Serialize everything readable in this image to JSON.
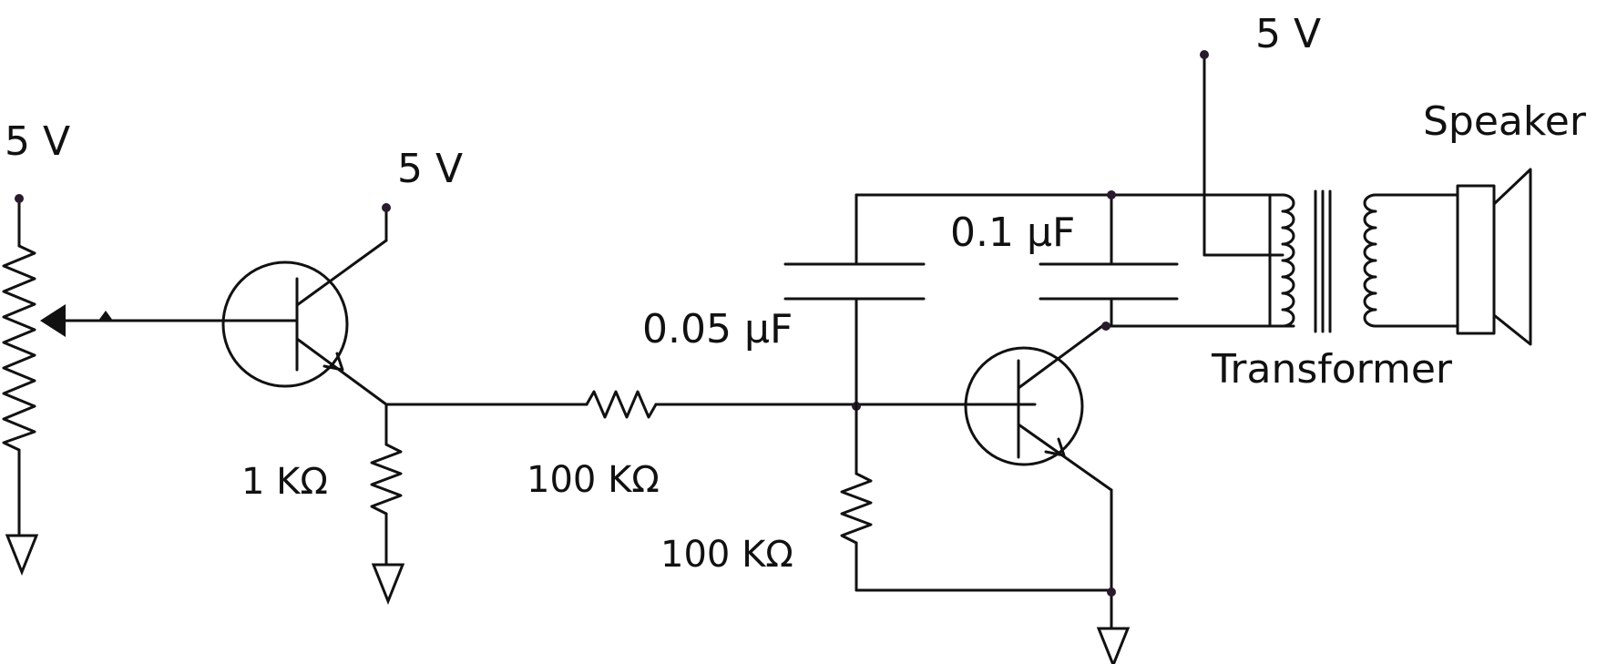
{
  "labels": {
    "supply_pot": "5 V",
    "supply_q1": "5 V",
    "supply_xfmr": "5 V",
    "speaker": "Speaker",
    "transformer": "Transformer",
    "r_emitter": "1 KΩ",
    "r_series": "100 KΩ",
    "r_base": "100 KΩ",
    "c1": "0.05 μF",
    "c2": "0.1 μF"
  },
  "colors": {
    "wire": "#111111",
    "node": "#2a1a2e",
    "background": "#ffffff"
  }
}
